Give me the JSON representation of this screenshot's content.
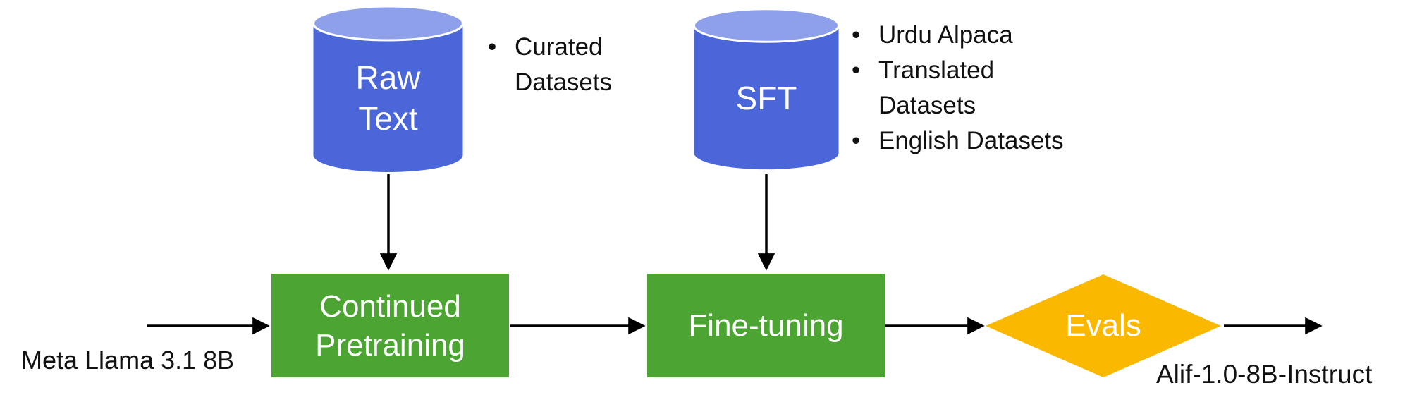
{
  "diagram": {
    "nodes": {
      "raw_text": {
        "label": "Raw Text",
        "type": "datastore"
      },
      "sft": {
        "label": "SFT",
        "type": "datastore"
      },
      "continued_pretraining": {
        "label": "Continued Pretraining",
        "type": "process"
      },
      "fine_tuning": {
        "label": "Fine-tuning",
        "type": "process"
      },
      "evals": {
        "label": "Evals",
        "type": "decision"
      }
    },
    "labels": {
      "input_model": "Meta Llama 3.1 8B",
      "output_model": "Alif-1.0-8B-Instruct"
    },
    "bullet_lists": {
      "raw_text_datasets": {
        "items": [
          "Curated Datasets"
        ]
      },
      "sft_datasets": {
        "items": [
          "Urdu Alpaca",
          "Translated Datasets",
          "English Datasets"
        ]
      }
    },
    "edges": [
      {
        "from": "input_model",
        "to": "continued_pretraining"
      },
      {
        "from": "raw_text",
        "to": "continued_pretraining"
      },
      {
        "from": "continued_pretraining",
        "to": "fine_tuning"
      },
      {
        "from": "sft",
        "to": "fine_tuning"
      },
      {
        "from": "fine_tuning",
        "to": "evals"
      },
      {
        "from": "evals",
        "to": "output_model"
      }
    ],
    "colors": {
      "datastore_body": "#4A66D8",
      "datastore_top": "#8EA0EA",
      "datastore_rim": "#FFFFFF",
      "process_fill": "#4CA433",
      "decision_fill": "#FAB900",
      "shape_text": "#FFFFFF",
      "text": "#111111",
      "arrow": "#000000"
    }
  }
}
